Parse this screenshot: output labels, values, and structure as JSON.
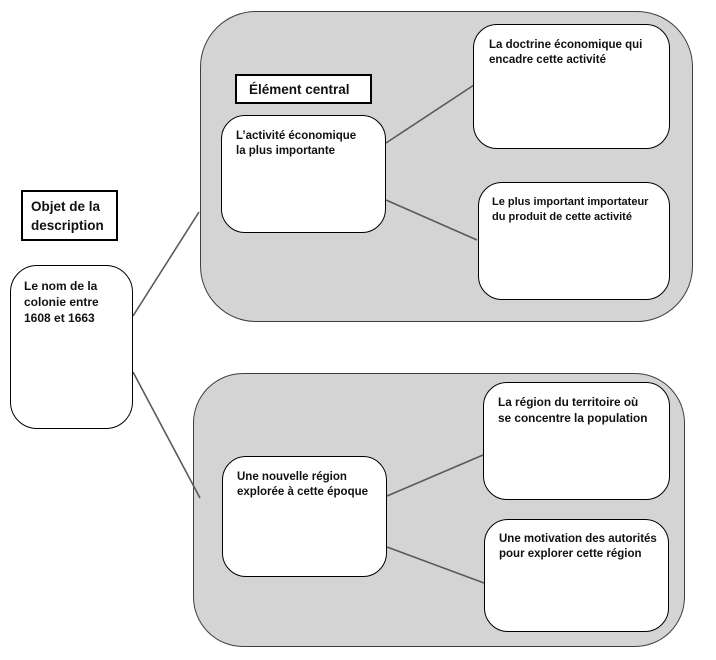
{
  "diagram": {
    "type": "concept-map",
    "language": "fr",
    "colors": {
      "region_fill": "#d4d4d4",
      "region_border": "#3f3f3f",
      "node_fill": "#ffffff",
      "node_border": "#000000",
      "connector": "#5a5a5a",
      "background": "#ffffff"
    },
    "left_column": {
      "header_label": "Objet de la\ndescription",
      "colony_node": "Le nom de la\ncolonie entre\n1608 et 1663"
    },
    "top_group": {
      "header_label": "Élément central",
      "hub_node": "L’activité économique\nla plus importante",
      "leaf_doctrine": "La doctrine économique qui\nencadre cette activité",
      "leaf_importer": "Le plus important importateur\ndu produit de cette activité"
    },
    "bottom_group": {
      "hub_node": "Une nouvelle région\nexplorée à cette époque",
      "leaf_population": "La région du territoire où\nse concentre la population",
      "leaf_motivation": "Une motivation des autorités\npour explorer cette région"
    }
  }
}
